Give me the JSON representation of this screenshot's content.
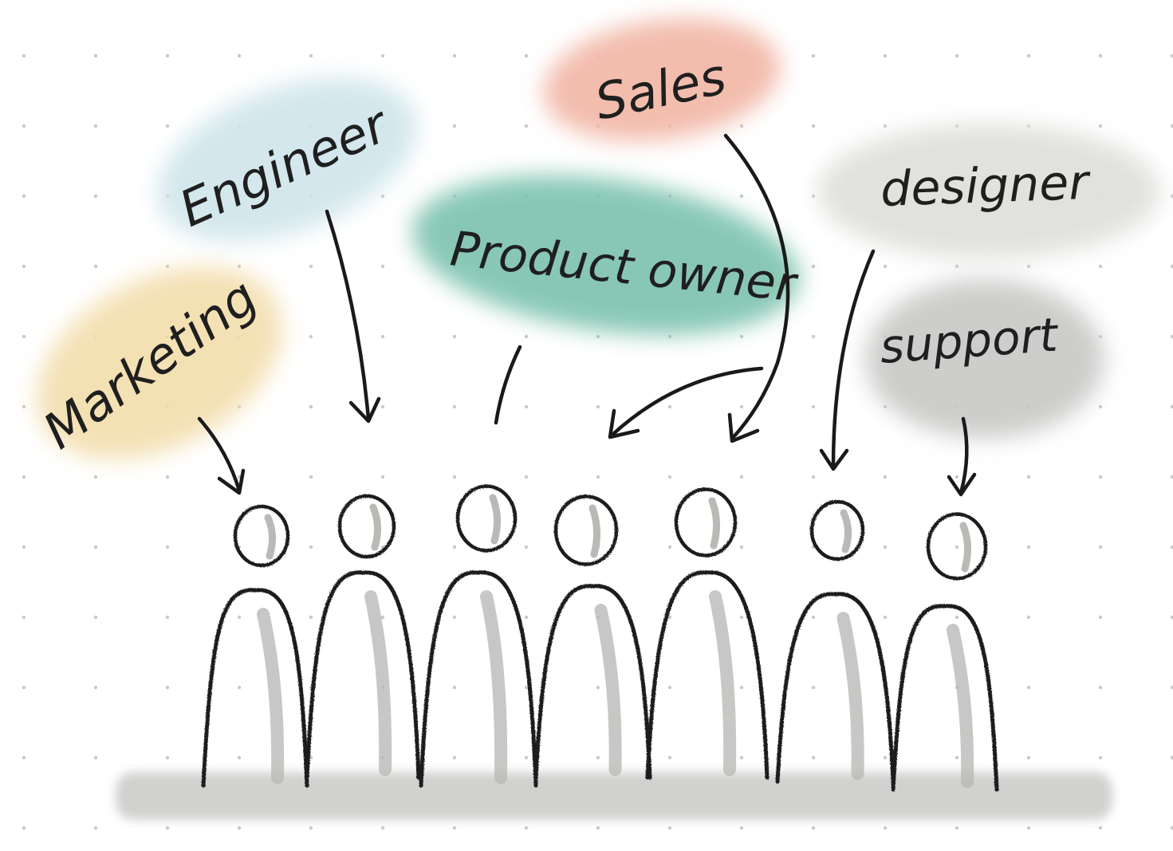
{
  "roles": {
    "marketing": {
      "label": "Marketing",
      "color": "#f2dca8"
    },
    "engineer": {
      "label": "Engineer",
      "color": "#cfe5ea"
    },
    "sales": {
      "label": "Sales",
      "color": "#f2b6a6"
    },
    "product_owner": {
      "label": "Product owner",
      "color": "#7cc2ad"
    },
    "designer": {
      "label": "designer",
      "color": "#e0e0dd"
    },
    "support": {
      "label": "support",
      "color": "#c8c8c6"
    }
  },
  "people_count": 7,
  "colors": {
    "ink": "#1a1a1a",
    "shadow": "#b9b9b6",
    "ground": "#cfcfcd",
    "dot": "#c9c9c9"
  }
}
